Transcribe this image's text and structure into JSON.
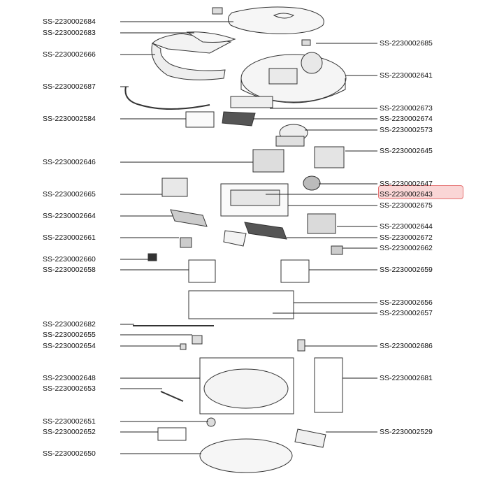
{
  "diagram": {
    "highlight_color": "#e57373",
    "left_labels": [
      "SS-2230002684",
      "SS-2230002683",
      "SS-2230002666",
      "SS-2230002687",
      "SS-2230002584",
      "SS-2230002646",
      "SS-2230002665",
      "SS-2230002664",
      "SS-2230002661",
      "SS-2230002660",
      "SS-2230002658",
      "SS-2230002682",
      "SS-2230002655",
      "SS-2230002654",
      "SS-2230002648",
      "SS-2230002653",
      "SS-2230002651",
      "SS-2230002652",
      "SS-2230002650"
    ],
    "right_labels": [
      "SS-2230002685",
      "SS-2230002641",
      "SS-2230002673",
      "SS-2230002674",
      "SS-2230002573",
      "SS-2230002645",
      "SS-2230002647",
      "SS-2230002643",
      "SS-2230002675",
      "SS-2230002644",
      "SS-2230002672",
      "SS-2230002662",
      "SS-2230002659",
      "SS-2230002656",
      "SS-2230002657",
      "SS-2230002686",
      "SS-2230002681",
      "SS-2230002529"
    ],
    "highlighted_label": "SS-2230002643"
  }
}
